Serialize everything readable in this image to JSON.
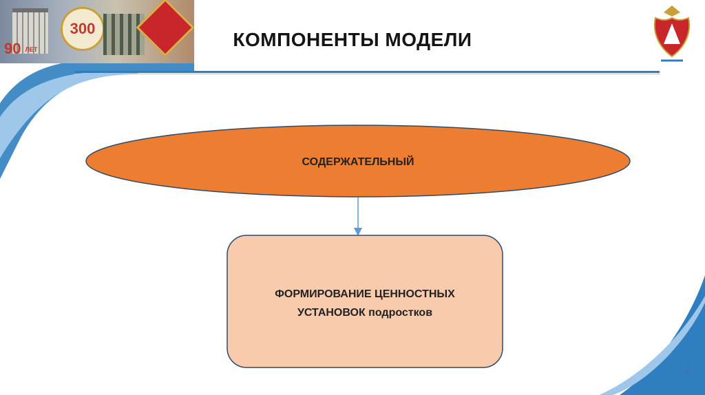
{
  "slide": {
    "title": "КОМПОНЕНТЫ МОДЕЛИ",
    "page_number": "9"
  },
  "banner": {
    "badge_300": "300",
    "badge_90": "90",
    "badge_90_years": "ЛЕТ"
  },
  "diagram": {
    "top_node": "СОДЕРЖАТЕЛЬНЫЙ",
    "bottom_node_line1": "ФОРМИРОВАНИЕ ЦЕННОСТНЫХ",
    "bottom_node_line2": "УСТАНОВОК подростков"
  },
  "colors": {
    "accent_blue": "#2f7fc0",
    "ellipse_fill": "#ed7d31",
    "box_fill": "#f8cbad",
    "connector": "#5b9bd5"
  }
}
